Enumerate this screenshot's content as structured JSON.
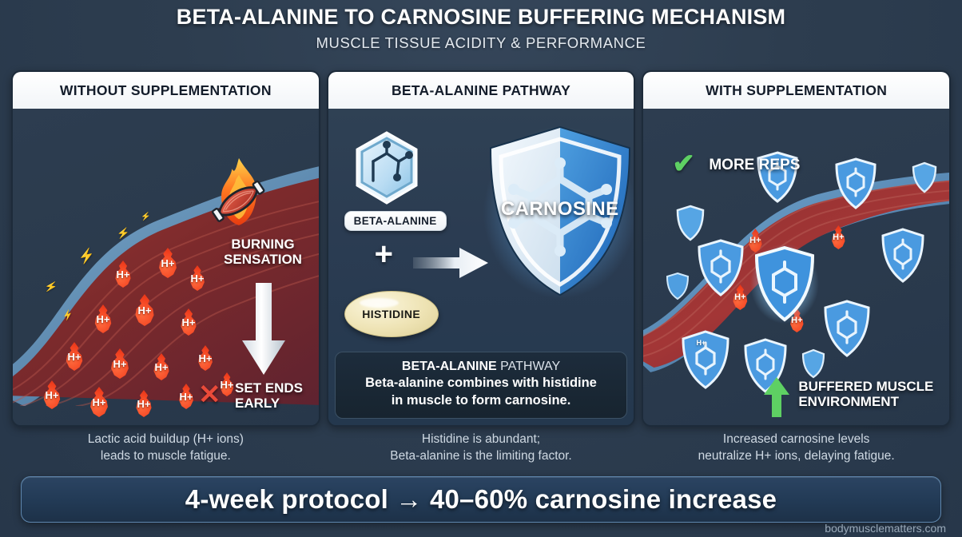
{
  "header": {
    "title": "BETA-ALANINE TO CARNOSINE BUFFERING MECHANISM",
    "subtitle": "MUSCLE TISSUE ACIDITY & PERFORMANCE"
  },
  "panels": {
    "left": {
      "title": "WITHOUT SUPPLEMENTATION",
      "burning_label": "BURNING\nSENSATION",
      "burning_line1": "BURNING",
      "burning_line2": "SENSATION",
      "set_line1": "SET ENDS",
      "set_line2": "EARLY",
      "x_icon": "x-mark-icon",
      "ion_label": "H+",
      "caption_line1": "Lactic acid buildup (H+ ions)",
      "caption_line2": "leads to muscle fatigue."
    },
    "middle": {
      "title": "BETA-ALANINE PATHWAY",
      "reactant_1": "BETA-ALANINE",
      "plus": "+",
      "reactant_2": "HISTIDINE",
      "product": "CARNOSINE",
      "box_heading_bold": "BETA-ALANINE",
      "box_heading_rest": " PATHWAY",
      "box_line1": "Beta-alanine combines with histidine",
      "box_line2": "in muscle to form carnosine.",
      "caption_line1": "Histidine is abundant;",
      "caption_line2": "Beta-alanine is the limiting factor."
    },
    "right": {
      "title": "WITH SUPPLEMENTATION",
      "check_icon": "check-mark-icon",
      "more_reps": "MORE REPS",
      "buffered_line1": "BUFFERED MUSCLE",
      "buffered_line2": "ENVIRONMENT",
      "ion_label": "H+",
      "caption_line1": "Increased carnosine levels",
      "caption_line2": "neutralize H+ ions, delaying fatigue."
    }
  },
  "footer": {
    "banner": "4-week protocol → 40–60% carnosine increase",
    "watermark": "bodymusclematters.com"
  },
  "colors": {
    "background": "#2d3d50",
    "panel_header_bg": "#ffffff",
    "panel_header_text": "#141d2b",
    "acid_red": "#f2401f",
    "shield_blue": "#2e86d8",
    "accent_green": "#5ed063",
    "x_red": "#ea4a39",
    "banner_blue": "#2b4462"
  }
}
